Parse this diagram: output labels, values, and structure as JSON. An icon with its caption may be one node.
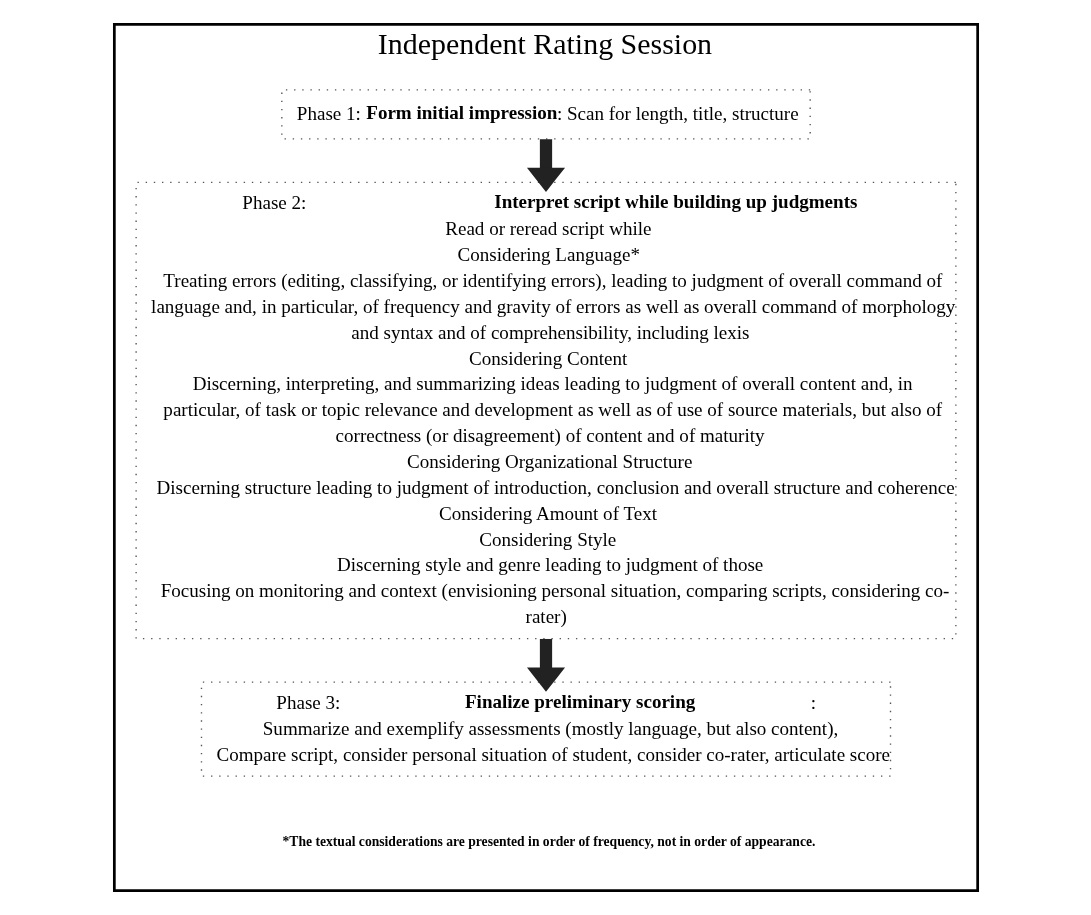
{
  "diagram": {
    "nodes": [
      {
        "text": [
          "Independent Rating Session"
        ]
      },
      {
        "text": [
          "Phase 1: **Form initial impression**: Scan for length, title, structure"
        ],
        "in": 0
      },
      {
        "text": [
          "Phase 2: **Interpret script while building up judgments**",
          "Read or reread script while",
          "Considering Language*",
          "Treating errors (editing, classifying, or identifying errors), leading to judgment of overall command of language and, in particular, of frequency and gravity of errors as well as overall command of morphology and syntax and of comprehensibility, including lexis",
          "Considering Content",
          "Discerning, interpreting, and summarizing ideas leading to judgment of overall content and, in particular, of task or topic relevance and development as well as of use of source materials, but also of correctness (or disagreement) of content and of maturity",
          "Considering Organizational Structure",
          "Discerning structure leading to judgment of introduction, conclusion and overall structure and coherence",
          "Considering Amount of Text",
          "Considering Style",
          "Discerning style and genre leading to judgment of those",
          "Focusing on monitoring and context (envisioning personal situation, comparing scripts, considering co-rater)"
        ],
        "in": 0
      },
      {
        "text": [
          "Phase 3: **Finalize preliminary scoring**:",
          "Summarize and exemplify assessments (mostly language, but also content),",
          "Compare script, consider personal situation of student, consider co-rater, articulate score"
        ],
        "in": 0
      }
    ],
    "edges": [
      {
        "from": 1,
        "to": 2,
        "arrow": "to"
      },
      {
        "from": 2,
        "to": 3,
        "arrow": "to"
      }
    ],
    "labels": [
      "*The textual considerations are presented in order of frequency, not in order of appearance."
    ]
  }
}
